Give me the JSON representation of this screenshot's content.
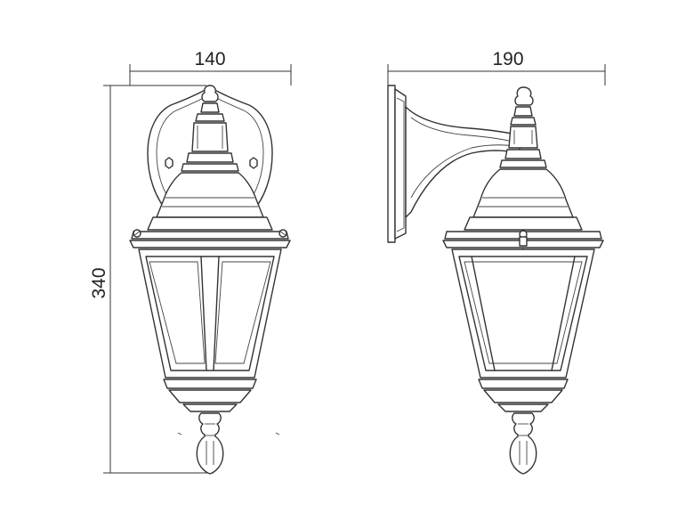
{
  "dimensions": {
    "front_width": "140",
    "side_depth": "190",
    "height": "340"
  }
}
